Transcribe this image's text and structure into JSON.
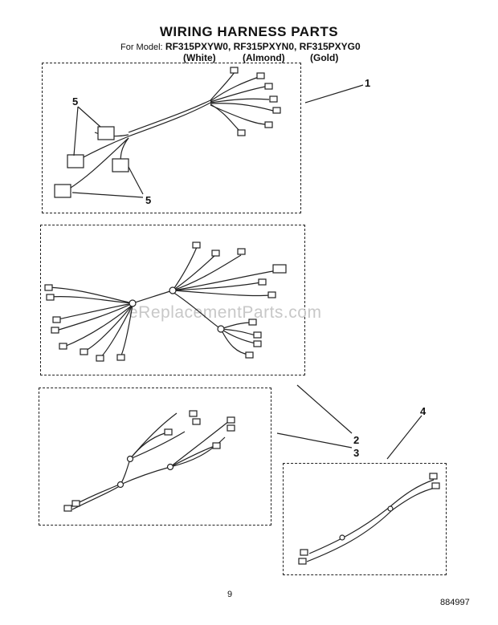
{
  "header": {
    "title": "WIRING HARNESS PARTS",
    "model_label": "For Model:",
    "models": "RF315PXYW0, RF315PXYN0, RF315PXYG0",
    "colors": [
      "(White)",
      "(Almond)",
      "(Gold)"
    ]
  },
  "callouts": {
    "c1": "1",
    "c2": "2",
    "c3": "3",
    "c4": "4",
    "c5a": "5",
    "c5b": "5"
  },
  "watermark": "eReplacementParts.com",
  "footer": {
    "page": "9",
    "doc_number": "884997"
  }
}
